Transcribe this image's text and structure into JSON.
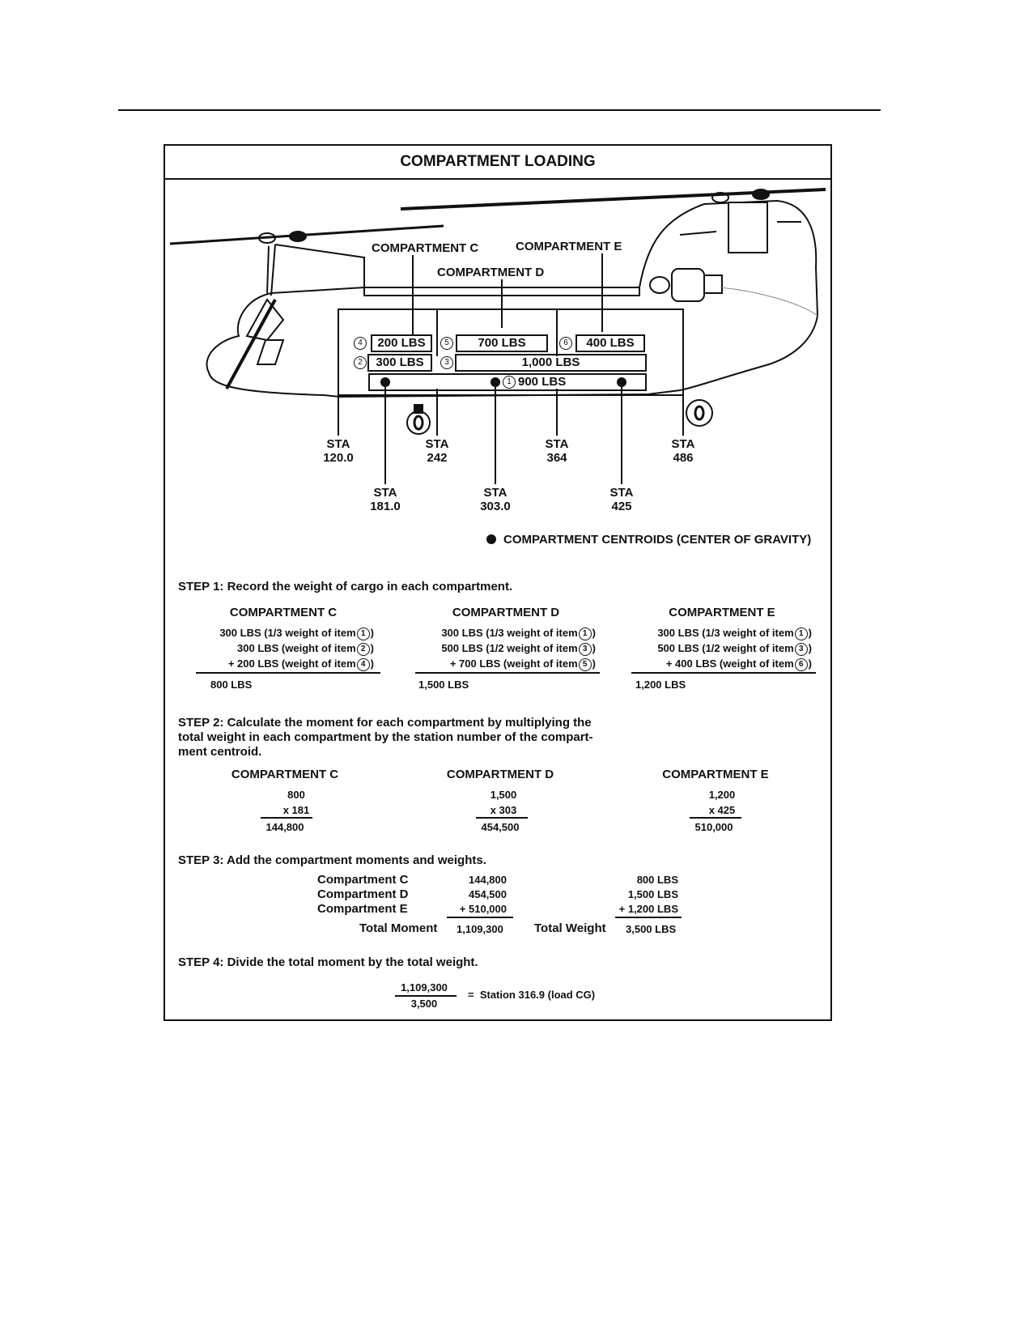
{
  "title": "COMPARTMENT LOADING",
  "diagram": {
    "compartment_labels": [
      "COMPARTMENT C",
      "COMPARTMENT D",
      "COMPARTMENT E"
    ],
    "items": [
      {
        "num": "4",
        "weight": "200 LBS"
      },
      {
        "num": "5",
        "weight": "700 LBS"
      },
      {
        "num": "6",
        "weight": "400 LBS"
      },
      {
        "num": "2",
        "weight": "300 LBS"
      },
      {
        "num": "3",
        "weight": "1,000 LBS"
      },
      {
        "num": "1",
        "weight": "900 LBS"
      }
    ],
    "stations_upper": [
      {
        "label": "STA",
        "value": "120.0"
      },
      {
        "label": "STA",
        "value": "242"
      },
      {
        "label": "STA",
        "value": "364"
      },
      {
        "label": "STA",
        "value": "486"
      }
    ],
    "stations_lower": [
      {
        "label": "STA",
        "value": "181.0"
      },
      {
        "label": "STA",
        "value": "303.0"
      },
      {
        "label": "STA",
        "value": "425"
      }
    ],
    "legend": "COMPARTMENT CENTROIDS (CENTER OF GRAVITY)"
  },
  "step1": {
    "heading": "STEP 1: Record the weight of cargo in each compartment.",
    "columns": [
      {
        "title": "COMPARTMENT C",
        "lines": [
          {
            "pre": "300 LBS (1/3 weight of item",
            "num": "1",
            "post": ")"
          },
          {
            "pre": "300 LBS (weight of item",
            "num": "2",
            "post": ")"
          },
          {
            "pre": "+ 200 LBS (weight of item",
            "num": "4",
            "post": ")"
          }
        ],
        "total": "800 LBS"
      },
      {
        "title": "COMPARTMENT D",
        "lines": [
          {
            "pre": "300 LBS (1/3 weight of item",
            "num": "1",
            "post": ")"
          },
          {
            "pre": "500 LBS (1/2 weight of item",
            "num": "3",
            "post": ")"
          },
          {
            "pre": "+ 700 LBS (weight of item",
            "num": "5",
            "post": ")"
          }
        ],
        "total": "1,500 LBS"
      },
      {
        "title": "COMPARTMENT E",
        "lines": [
          {
            "pre": "300 LBS (1/3 weight of item",
            "num": "1",
            "post": ")"
          },
          {
            "pre": "500 LBS (1/2 weight of item",
            "num": "3",
            "post": ")"
          },
          {
            "pre": "+ 400 LBS (weight of item",
            "num": "6",
            "post": ")"
          }
        ],
        "total": "1,200 LBS"
      }
    ]
  },
  "step2": {
    "heading_lines": [
      "STEP 2: Calculate the moment for each compartment by multiplying the",
      "total weight in each compartment by the station number of the compart-",
      "ment centroid."
    ],
    "columns": [
      {
        "title": "COMPARTMENT C",
        "weight": "800",
        "station": "x 181",
        "moment": "144,800"
      },
      {
        "title": "COMPARTMENT D",
        "weight": "1,500",
        "station": "x 303",
        "moment": "454,500"
      },
      {
        "title": "COMPARTMENT E",
        "weight": "1,200",
        "station": "x 425",
        "moment": "510,000"
      }
    ]
  },
  "step3": {
    "heading": "STEP 3: Add the compartment moments and weights.",
    "rows": [
      {
        "name": "Compartment C",
        "moment": "144,800",
        "weight": "800 LBS"
      },
      {
        "name": "Compartment D",
        "moment": "454,500",
        "weight": "1,500 LBS"
      },
      {
        "name": "Compartment E",
        "moment": "+ 510,000",
        "weight": "+ 1,200 LBS"
      }
    ],
    "total_moment_label": "Total Moment",
    "total_moment": "1,109,300",
    "total_weight_label": "Total Weight",
    "total_weight": "3,500 LBS"
  },
  "step4": {
    "heading": "STEP 4: Divide the total moment by the total weight.",
    "numerator": "1,109,300",
    "denominator": "3,500",
    "result": "=  Station 316.9 (load CG)"
  }
}
